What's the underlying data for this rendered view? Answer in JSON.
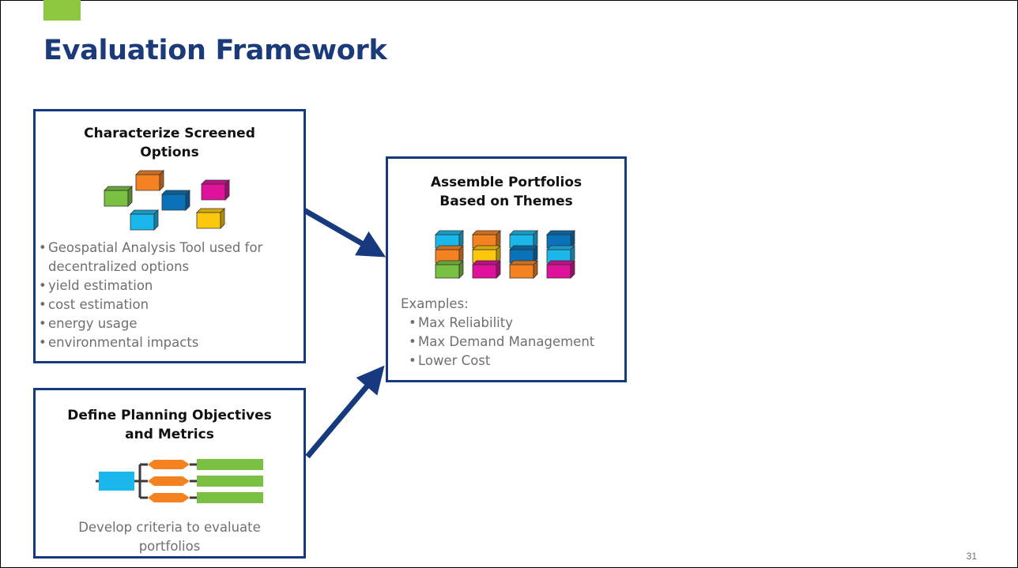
{
  "slide": {
    "title": "Evaluation Framework",
    "page_number": "31",
    "accent_color": "#8dc63f",
    "title_color": "#1b3a7a",
    "box_border_color": "#173a7e"
  },
  "box_characterize": {
    "title_line1": "Characterize Screened",
    "title_line2": "Options",
    "bullets": [
      "Geospatial Analysis Tool used for",
      "decentralized options",
      "yield estimation",
      "cost estimation",
      "energy usage",
      "environmental impacts"
    ]
  },
  "box_objectives": {
    "title_line1": "Define Planning Objectives",
    "title_line2": "and Metrics",
    "caption_line1": "Develop criteria to evaluate",
    "caption_line2": "portfolios"
  },
  "box_portfolios": {
    "title_line1": "Assemble Portfolios",
    "title_line2": "Based on Themes",
    "examples_label": "Examples:",
    "examples": [
      "Max Reliability",
      "Max Demand Management",
      "Lower Cost"
    ]
  },
  "colors": {
    "green": "#7ac143",
    "orange": "#f58220",
    "blue": "#0a72b8",
    "magenta": "#e0119b",
    "cyan": "#1ab7ea",
    "yellow": "#fcc80e"
  }
}
